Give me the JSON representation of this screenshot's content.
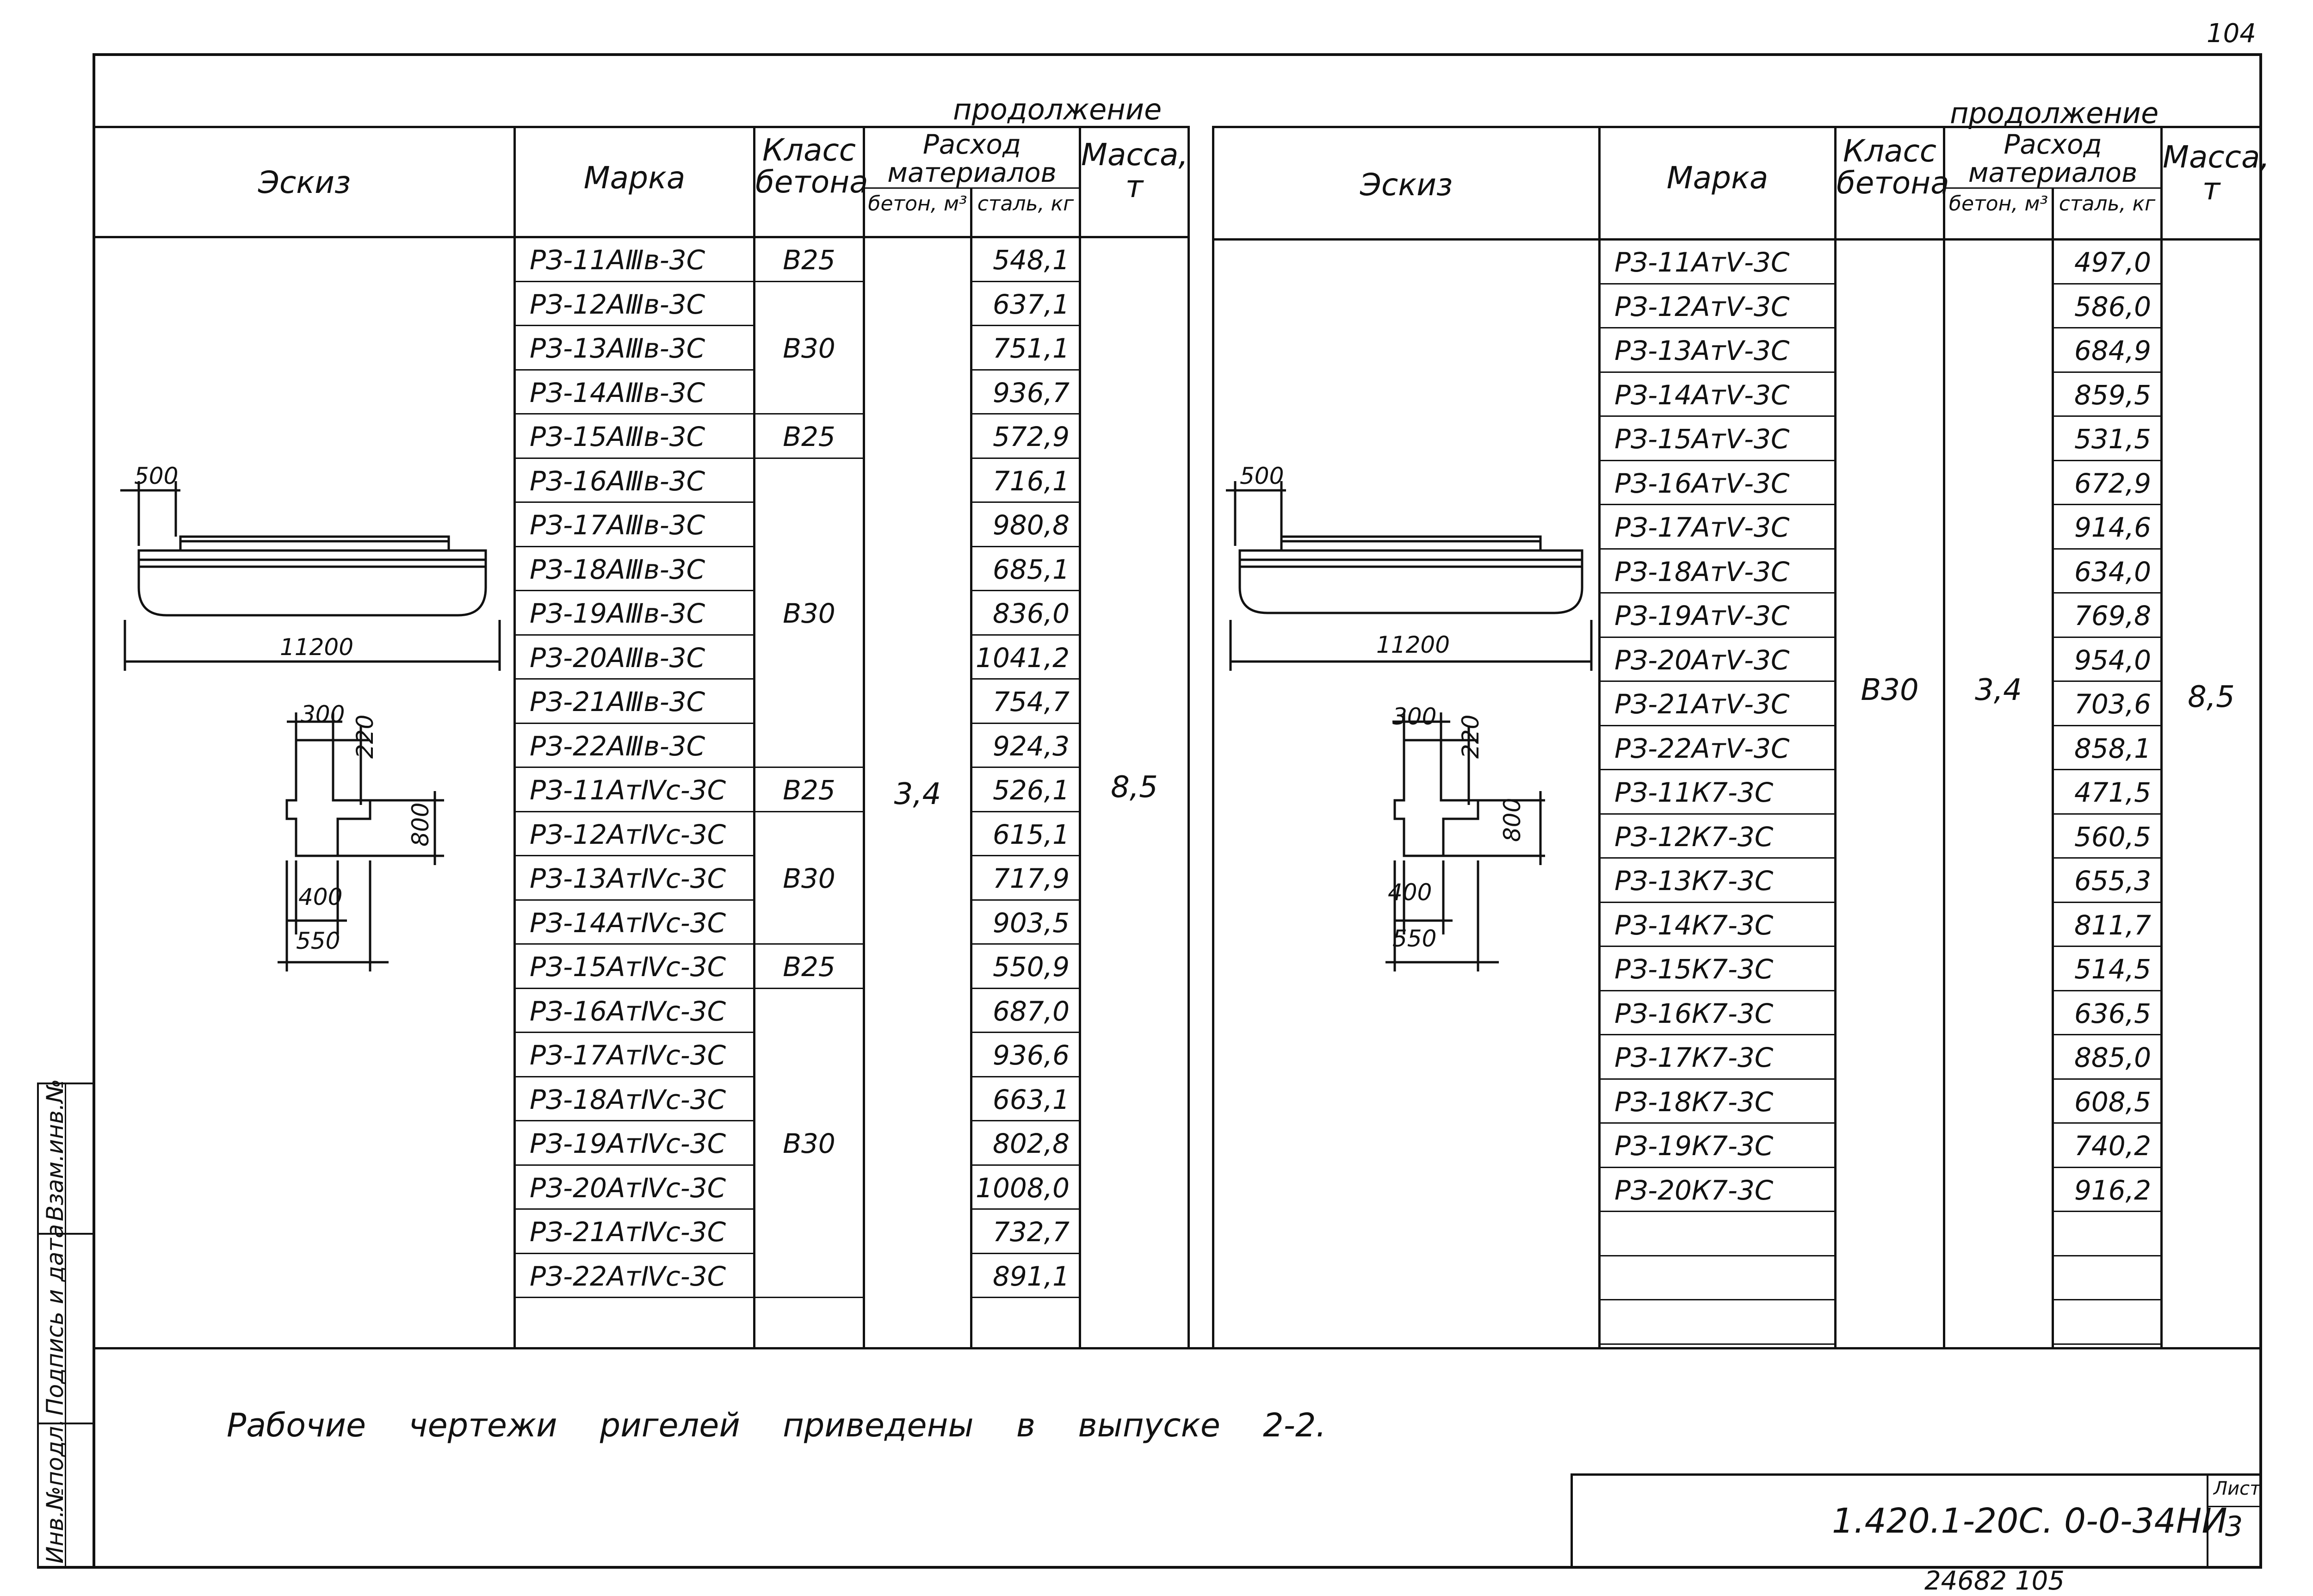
{
  "sheet_number": "104",
  "left_table": {
    "continuation": "продолжение",
    "headers": {
      "sketch": "Эскиз",
      "mark": "Марка",
      "concrete_class": "Класс бетона",
      "materials": "Расход материалов",
      "concrete": "бетон, м³",
      "steel": "сталь, кг",
      "mass": "Масса, т"
    },
    "concrete_volume": "3,4",
    "mass_value": "8,5",
    "rows": [
      {
        "mark": "РЗ-11АⅢв-3С",
        "steel": "548,1"
      },
      {
        "mark": "РЗ-12АⅢв-3С",
        "steel": "637,1"
      },
      {
        "mark": "РЗ-13АⅢв-3С",
        "steel": "751,1"
      },
      {
        "mark": "РЗ-14АⅢв-3С",
        "steel": "936,7"
      },
      {
        "mark": "РЗ-15АⅢв-3С",
        "steel": "572,9"
      },
      {
        "mark": "РЗ-16АⅢв-3С",
        "steel": "716,1"
      },
      {
        "mark": "РЗ-17АⅢв-3С",
        "steel": "980,8"
      },
      {
        "mark": "РЗ-18АⅢв-3С",
        "steel": "685,1"
      },
      {
        "mark": "РЗ-19АⅢв-3С",
        "steel": "836,0"
      },
      {
        "mark": "РЗ-20АⅢв-3С",
        "steel": "1041,2"
      },
      {
        "mark": "РЗ-21АⅢв-3С",
        "steel": "754,7"
      },
      {
        "mark": "РЗ-22АⅢв-3С",
        "steel": "924,3"
      },
      {
        "mark": "РЗ-11АтⅣс-3С",
        "steel": "526,1"
      },
      {
        "mark": "РЗ-12АтⅣс-3С",
        "steel": "615,1"
      },
      {
        "mark": "РЗ-13АтⅣс-3С",
        "steel": "717,9"
      },
      {
        "mark": "РЗ-14АтⅣс-3С",
        "steel": "903,5"
      },
      {
        "mark": "РЗ-15АтⅣс-3С",
        "steel": "550,9"
      },
      {
        "mark": "РЗ-16АтⅣс-3С",
        "steel": "687,0"
      },
      {
        "mark": "РЗ-17АтⅣс-3С",
        "steel": "936,6"
      },
      {
        "mark": "РЗ-18АтⅣс-3С",
        "steel": "663,1"
      },
      {
        "mark": "РЗ-19АтⅣс-3С",
        "steel": "802,8"
      },
      {
        "mark": "РЗ-20АтⅣс-3С",
        "steel": "1008,0"
      },
      {
        "mark": "РЗ-21АтⅣс-3С",
        "steel": "732,7"
      },
      {
        "mark": "РЗ-22АтⅣс-3С",
        "steel": "891,1"
      }
    ],
    "class_groups": [
      {
        "label": "В25",
        "from": 0,
        "to": 0
      },
      {
        "label": "В30",
        "from": 1,
        "to": 3
      },
      {
        "label": "В25",
        "from": 4,
        "to": 4
      },
      {
        "label": "В30",
        "from": 5,
        "to": 11
      },
      {
        "label": "В25",
        "from": 12,
        "to": 12
      },
      {
        "label": "В30",
        "from": 13,
        "to": 15
      },
      {
        "label": "В25",
        "from": 16,
        "to": 16
      },
      {
        "label": "В30",
        "from": 17,
        "to": 23
      }
    ]
  },
  "right_table": {
    "continuation": "продолжение",
    "headers": {
      "sketch": "Эскиз",
      "mark": "Марка",
      "concrete_class": "Класс бетона",
      "materials": "Расход материалов",
      "concrete": "бетон, м³",
      "steel": "сталь, кг",
      "mass": "Масса, т"
    },
    "concrete_class_value": "В30",
    "concrete_volume": "3,4",
    "mass_value": "8,5",
    "rows": [
      {
        "mark": "РЗ-11АтⅤ-3С",
        "steel": "497,0"
      },
      {
        "mark": "РЗ-12АтⅤ-3С",
        "steel": "586,0"
      },
      {
        "mark": "РЗ-13АтⅤ-3С",
        "steel": "684,9"
      },
      {
        "mark": "РЗ-14АтⅤ-3С",
        "steel": "859,5"
      },
      {
        "mark": "РЗ-15АтⅤ-3С",
        "steel": "531,5"
      },
      {
        "mark": "РЗ-16АтⅤ-3С",
        "steel": "672,9"
      },
      {
        "mark": "РЗ-17АтⅤ-3С",
        "steel": "914,6"
      },
      {
        "mark": "РЗ-18АтⅤ-3С",
        "steel": "634,0"
      },
      {
        "mark": "РЗ-19АтⅤ-3С",
        "steel": "769,8"
      },
      {
        "mark": "РЗ-20АтⅤ-3С",
        "steel": "954,0"
      },
      {
        "mark": "РЗ-21АтⅤ-3С",
        "steel": "703,6"
      },
      {
        "mark": "РЗ-22АтⅤ-3С",
        "steel": "858,1"
      },
      {
        "mark": "РЗ-11К7-3С",
        "steel": "471,5"
      },
      {
        "mark": "РЗ-12К7-3С",
        "steel": "560,5"
      },
      {
        "mark": "РЗ-13К7-3С",
        "steel": "655,3"
      },
      {
        "mark": "РЗ-14К7-3С",
        "steel": "811,7"
      },
      {
        "mark": "РЗ-15К7-3С",
        "steel": "514,5"
      },
      {
        "mark": "РЗ-16К7-3С",
        "steel": "636,5"
      },
      {
        "mark": "РЗ-17К7-3С",
        "steel": "885,0"
      },
      {
        "mark": "РЗ-18К7-3С",
        "steel": "608,5"
      },
      {
        "mark": "РЗ-19К7-3С",
        "steel": "740,2"
      },
      {
        "mark": "РЗ-20К7-3С",
        "steel": "916,2"
      },
      {
        "mark": "",
        "steel": ""
      },
      {
        "mark": "",
        "steel": ""
      },
      {
        "mark": "",
        "steel": ""
      }
    ]
  },
  "sketch_dims": {
    "offset": "500",
    "length": "11200",
    "top_width": "300",
    "top_height": "220",
    "height": "800",
    "web_width": "400",
    "bottom_width": "550"
  },
  "note": "Рабочие чертежи ригелей приведены в выпуске 2-2.",
  "doc_code": "1.420.1-20С. 0-0-34НИ",
  "sheet_label": "Лист",
  "sheet_value": "3",
  "side_stamp": [
    "Инв.№подл.",
    "Подпись и дата",
    "Взам.инв.№"
  ],
  "bottom_number": "24682 105"
}
